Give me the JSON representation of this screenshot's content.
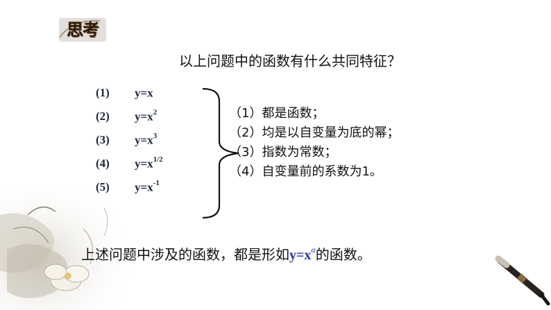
{
  "badge": {
    "label": "思考"
  },
  "question": "以上问题中的函数有什么共同特征？",
  "examples": [
    {
      "num": "(1)",
      "base": "y=x",
      "exp": ""
    },
    {
      "num": "(2)",
      "base": "y=x",
      "exp": "2"
    },
    {
      "num": "(3)",
      "base": "y=x",
      "exp": "3"
    },
    {
      "num": "(4)",
      "base": "y=x",
      "exp": "1/2"
    },
    {
      "num": "(5)",
      "base": "y=x",
      "exp": "-1"
    }
  ],
  "features": [
    "（1）都是函数；",
    "（2）均是以自变量为底的幂；",
    "（3）指数为常数；",
    "（4）自变量前的系数为1。"
  ],
  "summary": {
    "prefix": "上述问题中涉及的函数，都是形如",
    "formula_base": "y=x",
    "formula_exp": "α",
    "suffix": "的函数。"
  },
  "colors": {
    "formula": "#2636a8",
    "examples": "#1c2640"
  }
}
